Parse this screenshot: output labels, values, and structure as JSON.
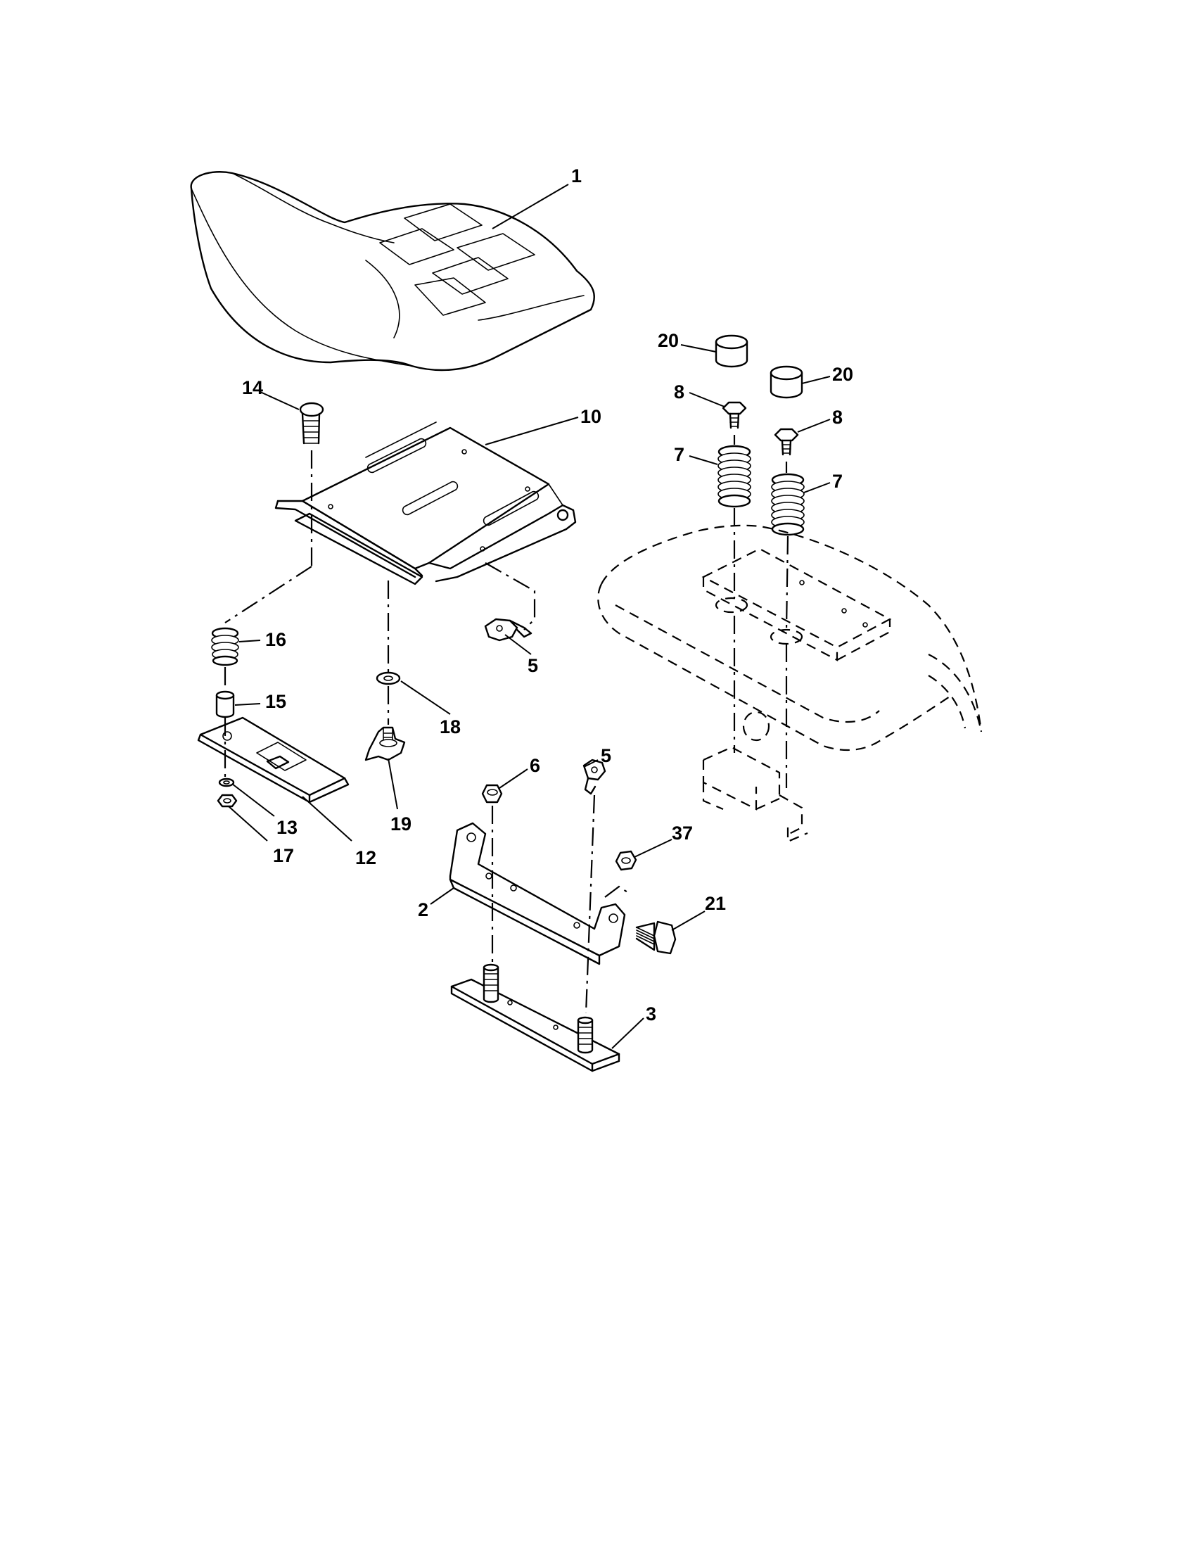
{
  "callouts": {
    "c1": "1",
    "c2": "2",
    "c3": "3",
    "c5a": "5",
    "c5b": "5",
    "c6": "6",
    "c7a": "7",
    "c7b": "7",
    "c8a": "8",
    "c8b": "8",
    "c10": "10",
    "c12": "12",
    "c13": "13",
    "c14": "14",
    "c15": "15",
    "c16": "16",
    "c17": "17",
    "c18": "18",
    "c19": "19",
    "c20a": "20",
    "c20b": "20",
    "c21": "21",
    "c37": "37"
  }
}
